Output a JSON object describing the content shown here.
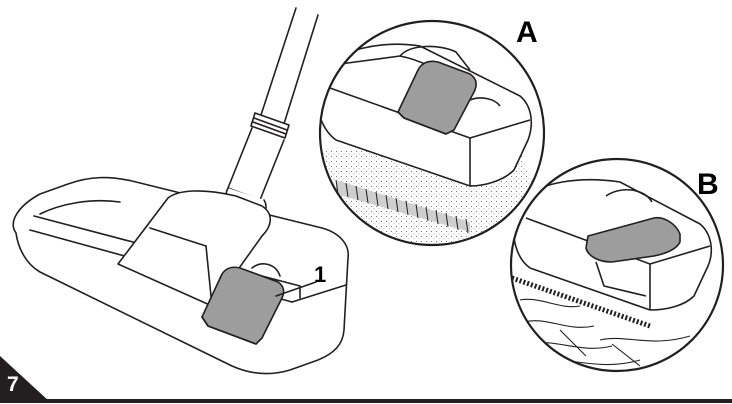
{
  "labels": {
    "detail_a": "A",
    "detail_b": "B",
    "callout_1": "1"
  },
  "figure": {
    "number": "7"
  },
  "icons": {
    "main": "vacuum-floor-nozzle-icon",
    "detail_a": "pedal-down-carpet-icon",
    "detail_b": "pedal-up-brush-floor-icon"
  },
  "colors": {
    "line": "#231f20",
    "pedal": "#9d9d9d",
    "badge": "#231f20"
  }
}
